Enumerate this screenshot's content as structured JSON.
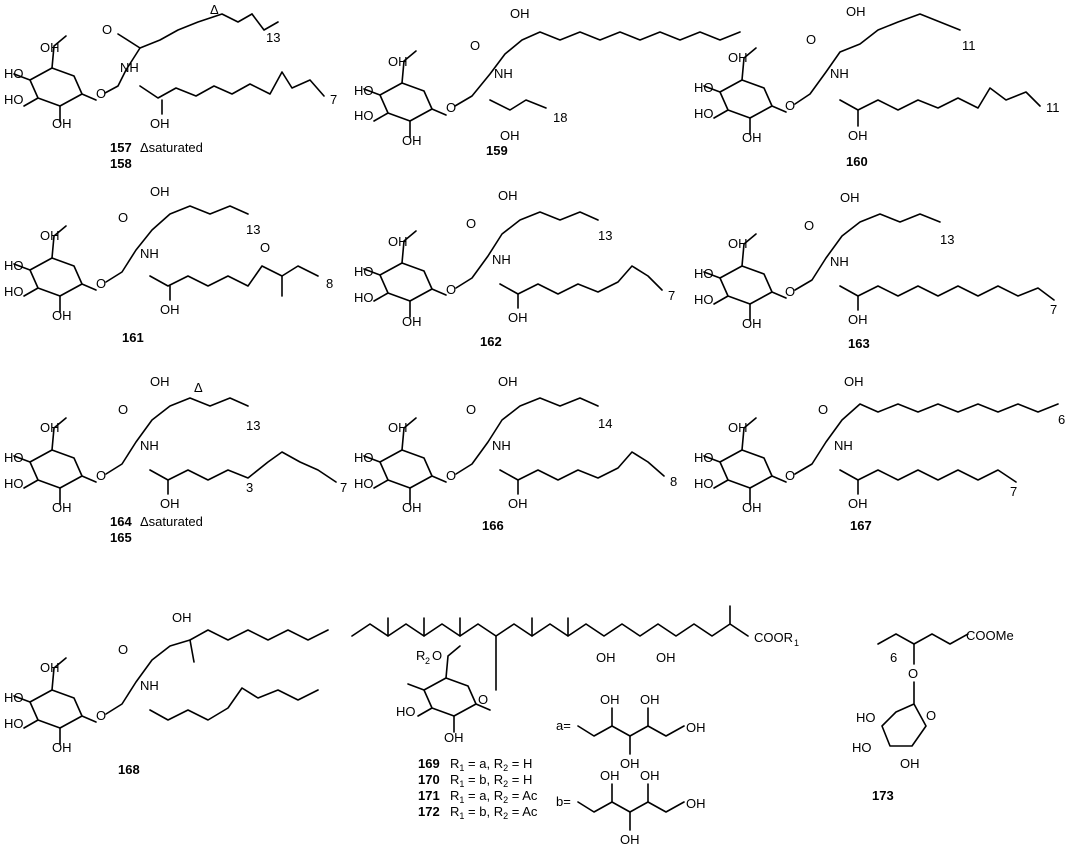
{
  "colors": {
    "ink": "#000000",
    "background": "#ffffff"
  },
  "atoms": {
    "oh": "OH",
    "ho": "HO",
    "nh": "NH",
    "o": "O",
    "delta": "Δ",
    "cooor": "COOR",
    "coome": "COOMe",
    "r2o": "R",
    "r2o_sub": "2",
    "r2o_o": "O"
  },
  "repeat_counts": {
    "c157_top": "13",
    "c157_tail": "7",
    "c159_side": "18",
    "c160_top": "11",
    "c160_tail": "11",
    "c161_top": "13",
    "c161_tail": "8",
    "c162_top": "13",
    "c162_tail": "7",
    "c163_top": "13",
    "c163_tail": "7",
    "c164_top": "13",
    "c164_mid": "3",
    "c164_tail": "7",
    "c166_top": "14",
    "c166_tail": "8",
    "c167_top": "6",
    "c167_tail": "7",
    "c173_chain": "6"
  },
  "compounds": {
    "c157": {
      "number": "157",
      "note": "Δsaturated"
    },
    "c158": {
      "number": "158"
    },
    "c159": {
      "number": "159"
    },
    "c160": {
      "number": "160"
    },
    "c161": {
      "number": "161"
    },
    "c162": {
      "number": "162"
    },
    "c163": {
      "number": "163"
    },
    "c164": {
      "number": "164",
      "note": "Δsaturated"
    },
    "c165": {
      "number": "165"
    },
    "c166": {
      "number": "166"
    },
    "c167": {
      "number": "167"
    },
    "c168": {
      "number": "168"
    },
    "c169": {
      "number": "169",
      "r1": "a",
      "r2": "H"
    },
    "c170": {
      "number": "170",
      "r1": "b",
      "r2": "H"
    },
    "c171": {
      "number": "171",
      "r1": "a",
      "r2": "Ac"
    },
    "c172": {
      "number": "172",
      "r1": "b",
      "r2": "Ac"
    },
    "c173": {
      "number": "173"
    }
  },
  "r_groups": {
    "a_label": "a=",
    "b_label": "b="
  },
  "legend": {
    "r1": "R",
    "r1_sub": "1",
    "r2": "R",
    "r2_sub": "2",
    "eq": " = ",
    "sep": ", "
  }
}
